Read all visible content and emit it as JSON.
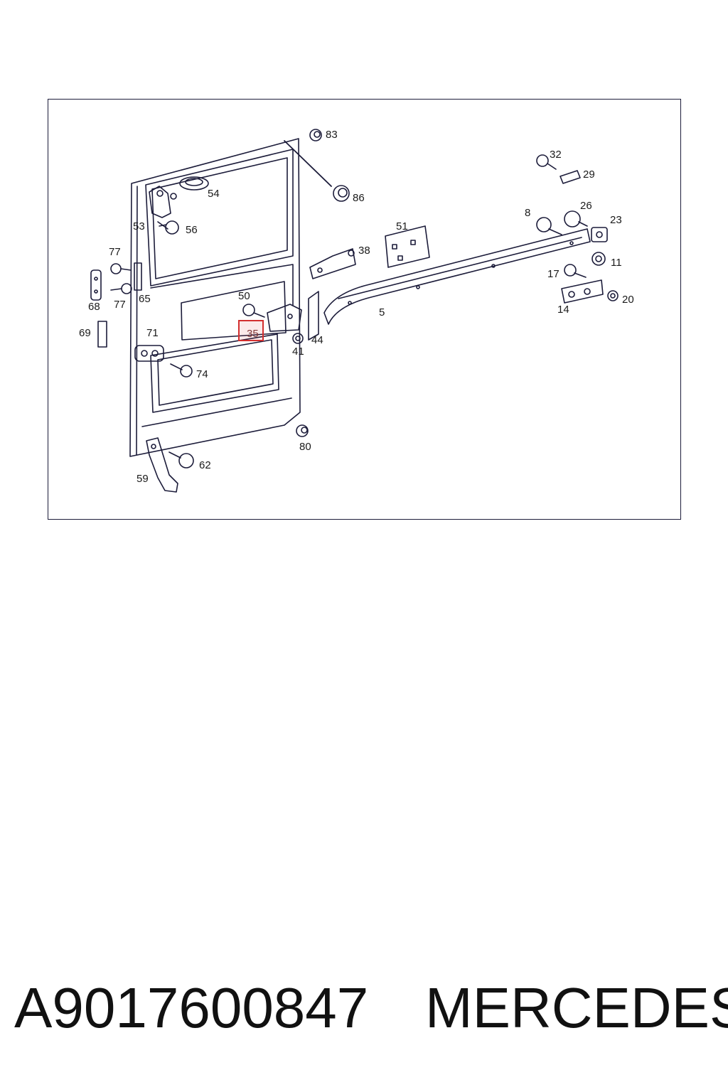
{
  "diagram": {
    "callouts": [
      "83",
      "32",
      "29",
      "54",
      "86",
      "26",
      "8",
      "23",
      "53",
      "56",
      "51",
      "38",
      "77",
      "11",
      "17",
      "68",
      "65",
      "77",
      "50",
      "20",
      "14",
      "5",
      "69",
      "71",
      "35",
      "44",
      "41",
      "74",
      "80",
      "62",
      "59"
    ],
    "highlighted_callout": "35",
    "colors": {
      "line": "#1c1c3a",
      "highlight": "#d32f2f"
    }
  },
  "caption": {
    "part_number": "A9017600847",
    "brand": "MERCEDES"
  }
}
